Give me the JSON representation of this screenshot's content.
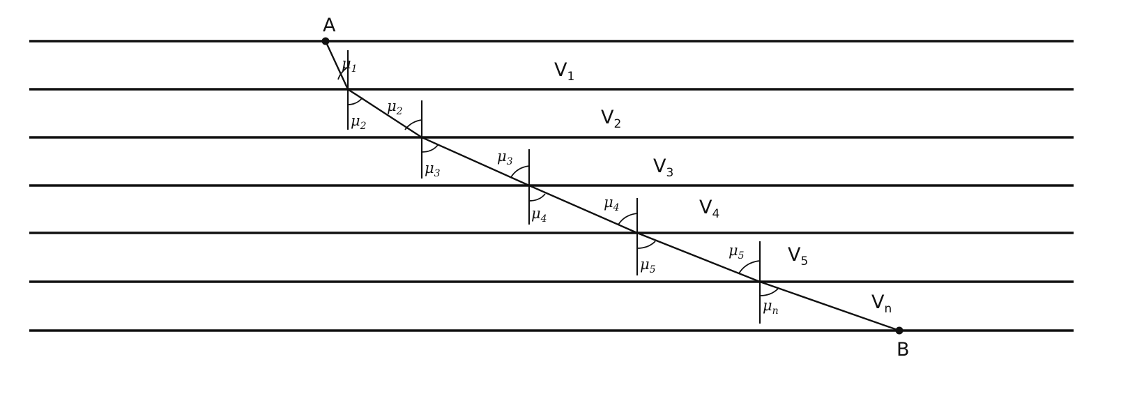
{
  "points": {
    "start": "A",
    "end": "B"
  },
  "layers": [
    {
      "velocity": "V",
      "sub": "1"
    },
    {
      "velocity": "V",
      "sub": "2"
    },
    {
      "velocity": "V",
      "sub": "3"
    },
    {
      "velocity": "V",
      "sub": "4"
    },
    {
      "velocity": "V",
      "sub": "5"
    },
    {
      "velocity": "V",
      "sub": "n"
    }
  ],
  "angles": [
    {
      "sym": "μ",
      "sub": "1"
    },
    {
      "sym": "μ",
      "sub": "2"
    },
    {
      "sym": "μ",
      "sub": "2"
    },
    {
      "sym": "μ",
      "sub": "3"
    },
    {
      "sym": "μ",
      "sub": "3"
    },
    {
      "sym": "μ",
      "sub": "4"
    },
    {
      "sym": "μ",
      "sub": "4"
    },
    {
      "sym": "μ",
      "sub": "5"
    },
    {
      "sym": "μ",
      "sub": "5"
    },
    {
      "sym": "μ",
      "sub": "n"
    }
  ],
  "colors": {
    "ink": "#111111",
    "background": "#ffffff"
  }
}
